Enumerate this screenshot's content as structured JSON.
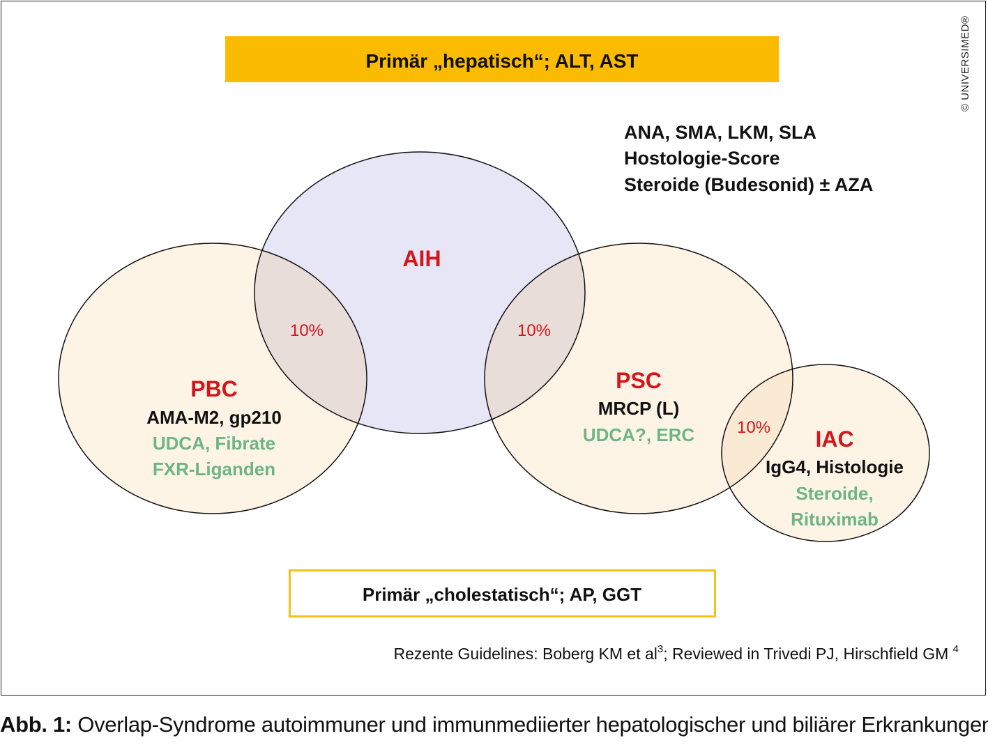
{
  "colors": {
    "top_banner_fill": "#fbbb00",
    "bottom_banner_border": "#f2c316",
    "aih_fill": "#e6e6f6",
    "disease_fill": "#fdf4e6",
    "overlap_fill": "#e8ddd9",
    "disease_label": "#d4161b",
    "therapy_text": "#6db585"
  },
  "top_banner": {
    "text": "Primär „hepatisch“; ALT, AST"
  },
  "aih_notes": [
    "ANA, SMA, LKM, SLA",
    "Hostologie-Score",
    "Steroide (Budesonid) ± AZA"
  ],
  "circles": {
    "aih": {
      "name": "AIH"
    },
    "pbc": {
      "name": "PBC",
      "markers": "AMA-M2, gp210",
      "therapy": [
        "UDCA, Fibrate",
        "FXR-Liganden"
      ]
    },
    "psc": {
      "name": "PSC",
      "markers": "MRCP (L)",
      "therapy": [
        "UDCA?, ERC"
      ]
    },
    "iac": {
      "name": "IAC",
      "markers": "IgG4, Histologie",
      "therapy": [
        "Steroide,",
        "Rituximab"
      ]
    }
  },
  "overlaps": {
    "pbc_aih": "10%",
    "aih_psc": "10%",
    "psc_iac": "10%"
  },
  "bottom_banner": {
    "text": "Primär „cholestatisch“; AP, GGT"
  },
  "reference": {
    "text_1": "Rezente Guidelines: Boberg KM et al",
    "sup_1": "3",
    "text_2": "; Reviewed in Trivedi PJ, Hirschfield GM ",
    "sup_2": "4"
  },
  "copyright": "© UNIVERSIMED®",
  "caption": {
    "label": "Abb. 1:",
    "text": " Overlap-Syndrome autoimmuner und immunmediierter hepatologischer und biliärer Erkrankungen"
  }
}
